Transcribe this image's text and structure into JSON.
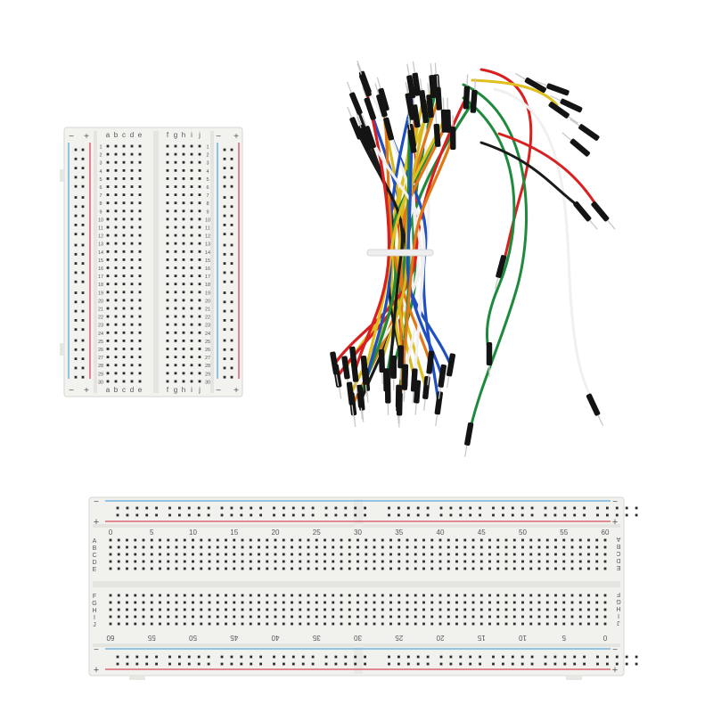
{
  "image": {
    "background": "#ffffff"
  },
  "small_breadboard": {
    "column_letters_left": [
      "a",
      "b",
      "c",
      "d",
      "e"
    ],
    "column_letters_right": [
      "f",
      "g",
      "h",
      "i",
      "j"
    ],
    "row_numbers": [
      "1",
      "2",
      "3",
      "4",
      "5",
      "6",
      "7",
      "8",
      "9",
      "10",
      "11",
      "12",
      "13",
      "14",
      "15",
      "16",
      "17",
      "18",
      "19",
      "20",
      "21",
      "22",
      "23",
      "24",
      "25",
      "26",
      "27",
      "28",
      "29",
      "30"
    ],
    "rail_plus": "+",
    "rail_minus": "−",
    "colors": {
      "body": "#f2f2ef",
      "hole": "#2b2b2b",
      "red_line": "#d94a5a",
      "blue_line": "#5aa9dc"
    }
  },
  "large_breadboard": {
    "row_letters_top": [
      "A",
      "B",
      "C",
      "D",
      "E"
    ],
    "row_letters_bottom": [
      "F",
      "G",
      "H",
      "I",
      "J"
    ],
    "column_numbers": [
      "0",
      "5",
      "10",
      "15",
      "20",
      "25",
      "30",
      "35",
      "40",
      "45",
      "50",
      "55",
      "60"
    ],
    "column_numbers_reversed": [
      "60",
      "55",
      "50",
      "45",
      "40",
      "35",
      "30",
      "25",
      "20",
      "15",
      "10",
      "5",
      "0"
    ],
    "rail_plus": "+",
    "rail_minus": "−",
    "colors": {
      "body": "#f1f1ee",
      "hole": "#2b2b2b",
      "red_line": "#d94a5a",
      "blue_line": "#5aa9dc"
    }
  },
  "jumper_wires": {
    "wire_colors": [
      "#e0c020",
      "#d82020",
      "#1e8a3c",
      "#f0f0f0",
      "#2050c0",
      "#e07818",
      "#d8b820",
      "#1a1a1a"
    ],
    "connector_color": "#141414",
    "pin_color": "#c8c8c8",
    "tie_color": "#eeeeee"
  }
}
